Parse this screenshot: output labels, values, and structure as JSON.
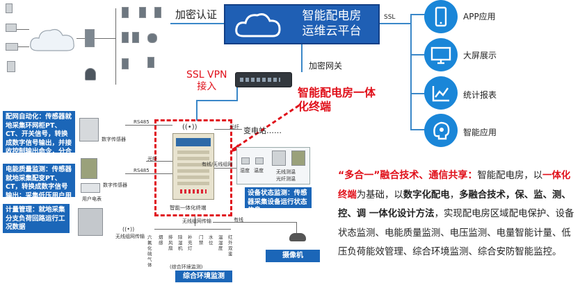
{
  "cloud": {
    "line1": "智能配电房",
    "line2": "运维云平台"
  },
  "top_links": {
    "encrypted_auth": "加密认证",
    "ssl": "SSL",
    "encrypted_gateway": "加密网关"
  },
  "vpn": {
    "line1": "SSL VPN",
    "line2": "接入"
  },
  "terminal_title": {
    "line1": "智能配电房一体",
    "line2": "化终端"
  },
  "right_apps": [
    {
      "label": "APP应用",
      "icon": "phone-icon"
    },
    {
      "label": "大屏展示",
      "icon": "monitor-icon"
    },
    {
      "label": "统计报表",
      "icon": "chart-icon"
    },
    {
      "label": "智能应用",
      "icon": "brain-icon"
    }
  ],
  "panels": {
    "auto": "配网自动化：传感器就地采集环网柜PT、CT、开关信号，转换成数字信号输出，并接收控制输出命令，分合开关。",
    "power_quality": "电能质量监测：传感器就地采集配变PT、CT，转换成数字信号输出；采集低压用户用电信息。",
    "metering": "计量管理：就地采集分支负荷回路运行工况数据",
    "device_status": "设备状态监测：传感器采集设备运行状态信息",
    "env": "综合环境监测",
    "camera": "摄像机"
  },
  "small_labels": {
    "digital_sensor_1": "数字传感器",
    "digital_sensor_2": "数字传感器",
    "user_meter": "用户电表",
    "wireless_net": "无线组网传输",
    "wireless_net2": "无线组网传输",
    "terminal_name": "智能一体化终端",
    "substation": "变电站……",
    "wired_net": "有线/无线组网",
    "optical": "光纤",
    "wired": "有线",
    "env_group": "(综合环境监测)",
    "humidity": "湿度",
    "temperature": "温度",
    "wireless_temp": "无线测温",
    "fiber_temp": "光纤测温",
    "sensor_rs485_1": "RS485",
    "sensor_rs485_2": "RS485"
  },
  "env_sensors": [
    "六氟化硫气体",
    "烟感",
    "排风扇",
    "除湿机",
    "补充灯",
    "门禁",
    "水位",
    "温湿度",
    "红外双鉴"
  ],
  "paragraph": {
    "p1": "“多合一”融合技术、通信共享：",
    "p2": "智能配电房，以",
    "p3": "一体化终端",
    "p4": "为基础，以",
    "p5": "数字化配电",
    "p6": "，",
    "p7": "多融合技术",
    "p8": "，",
    "p9": "保、监、测、控、调 一体化设计方法",
    "p10": "，实现配电房区域配电保护、设备状态监测、电能质量监测、电压监测、电量智能计量、低压负荷能效管理、综合环境监测、综合安防智能监控。"
  },
  "colors": {
    "accent_blue": "#1b66b8",
    "red": "#e0101a",
    "line_blue": "#3a87c8"
  }
}
